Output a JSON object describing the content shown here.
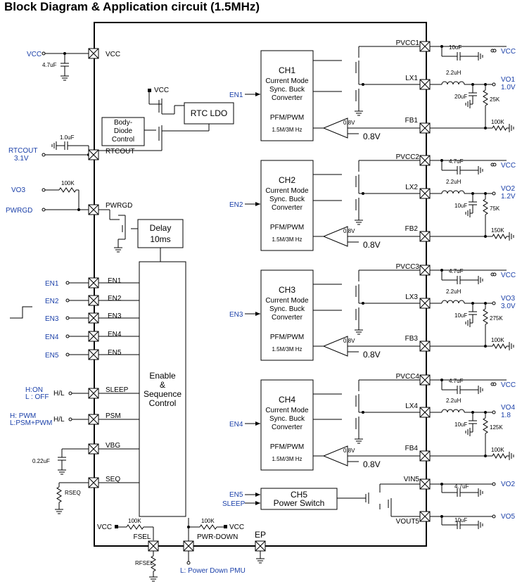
{
  "title": "Block Diagram & Application circuit (1.5MHz)",
  "left_inputs": {
    "vcc": "VCC",
    "cap_4_7uf": "4.7uF",
    "cap_1uf": "1.0uF",
    "rtcout": "RTCOUT",
    "rtcout_v": "3.1V",
    "vo3": "VO3",
    "r100k": "100K",
    "pwrgd": "PWRGD",
    "en1": "EN1",
    "en2": "EN2",
    "en3": "EN3",
    "en4": "EN4",
    "en5": "EN5",
    "h_on": "H:ON",
    "l_off": "L : OFF",
    "hl1": "H/L",
    "h_pwm": "H: PWM",
    "l_psm": "L:PSM+PWM",
    "hl2": "H/L",
    "cap_022": "0.22uF",
    "rseq": "RSEQ"
  },
  "pins": {
    "vcc": "VCC",
    "rtcout": "RTCOUT",
    "pwrgd": "PWRGD",
    "en1": "EN1",
    "en2": "EN2",
    "en3": "EN3",
    "en4": "EN4",
    "en5": "EN5",
    "sleep": "SLEEP",
    "psm": "PSM",
    "vbg": "VBG",
    "seq": "SEQ",
    "fsel": "FSEL",
    "pwr_down": "PWR-DOWN",
    "ep": "EP"
  },
  "internal": {
    "vcc_top": "VCC",
    "rtc_ldo": "RTC LDO",
    "body_diode": [
      "Body-",
      "Diode",
      "Control"
    ],
    "delay": [
      "Delay",
      "10ms"
    ],
    "seq_ctrl": [
      "Enable",
      "&",
      "Sequence",
      "Control"
    ]
  },
  "channels": [
    {
      "en": "EN1",
      "title": "CH1",
      "lines": [
        "Current Mode",
        "Sync. Buck",
        "Converter"
      ],
      "pfm": "PFM/PWM",
      "freq": "1.5M/3M Hz",
      "ref": "0.8V",
      "pvcc": "PVCC1",
      "lx": "LX1",
      "fb": "FB1",
      "cin": "10uF",
      "ind": "2.2uH",
      "cout": "20uF",
      "rtop": "25K",
      "rbot": "100K",
      "out": "VO1",
      "volt": "1.0V",
      "vcc": "VCC"
    },
    {
      "en": "EN2",
      "title": "CH2",
      "lines": [
        "Current Mode",
        "Sync. Buck",
        "Converter"
      ],
      "pfm": "PFM/PWM",
      "freq": "1.5M/3M Hz",
      "ref": "0.8V",
      "pvcc": "PVCC2",
      "lx": "LX2",
      "fb": "FB2",
      "cin": "4.7uF",
      "ind": "2.2uH",
      "cout": "10uF",
      "rtop": "75K",
      "rbot": "150K",
      "out": "VO2",
      "volt": "1.2V",
      "vcc": "VCC"
    },
    {
      "en": "EN3",
      "title": "CH3",
      "lines": [
        "Current Mode",
        "Sync. Buck",
        "Converter"
      ],
      "pfm": "PFM/PWM",
      "freq": "1.5M/3M Hz",
      "ref": "0.8V",
      "pvcc": "PVCC3",
      "lx": "LX3",
      "fb": "FB3",
      "cin": "4.7uF",
      "ind": "2.2uH",
      "cout": "10uF",
      "rtop": "275K",
      "rbot": "100K",
      "out": "VO3",
      "volt": "3.0V",
      "vcc": "VCC"
    },
    {
      "en": "EN4",
      "title": "CH4",
      "lines": [
        "Current Mode",
        "Sync. Buck",
        "Converter"
      ],
      "pfm": "PFM/PWM",
      "freq": "1.5M/3M Hz",
      "ref": "0.8V",
      "pvcc": "PVCC4",
      "lx": "LX4",
      "fb": "FB4",
      "cin": "4.7uF",
      "ind": "2.2uH",
      "cout": "10uF",
      "rtop": "125K",
      "rbot": "100K",
      "out": "VO4",
      "volt": "1.8",
      "vcc": "VCC"
    }
  ],
  "ch5": {
    "en": "EN5",
    "sleep": "SLEEP",
    "title": "CH5",
    "sub": "Power Switch",
    "vin": "VIN5",
    "vout": "VOUT5",
    "cin": "4.7uF",
    "cout": "10uF",
    "out_in": "VO2",
    "out_out": "VO5"
  },
  "bottom": {
    "vcc_l": "VCC",
    "r_l": "100K",
    "r_r": "100K",
    "vcc_r": "VCC",
    "rfsel": "RFSEL",
    "pwr_note": "L: Power Down PMU"
  }
}
